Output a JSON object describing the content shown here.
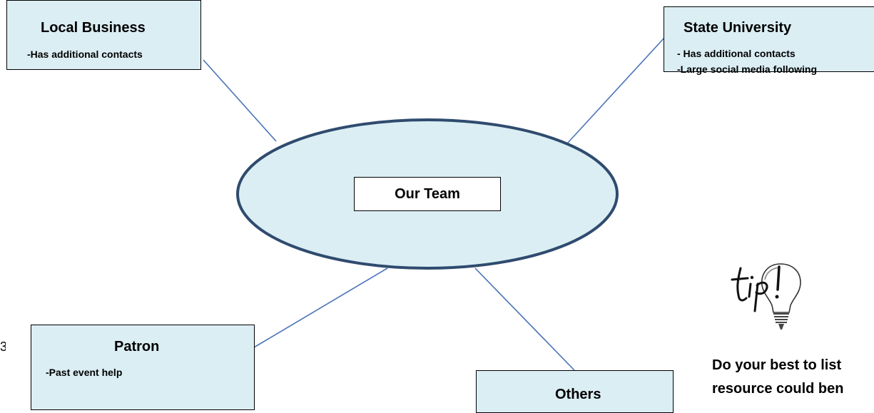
{
  "center": {
    "label": "Our Team"
  },
  "local_business": {
    "title": "Local Business",
    "notes": [
      "-Has additional contacts"
    ]
  },
  "state_university": {
    "title": "State University",
    "notes": [
      "- Has additional contacts",
      "-Large social media following"
    ]
  },
  "patron": {
    "title": "Patron",
    "notes": [
      "-Past event help"
    ]
  },
  "others": {
    "title": "Others"
  },
  "tip": {
    "icon": "lightbulb-tip-icon",
    "text_line1": "Do your best to list",
    "text_line2": "resource could ben"
  },
  "page_number": "3",
  "colors": {
    "box_fill": "#dbeef4",
    "ellipse_fill": "#dbeef4",
    "ellipse_stroke": "#2f4b6e",
    "connector": "#4a74b8"
  }
}
